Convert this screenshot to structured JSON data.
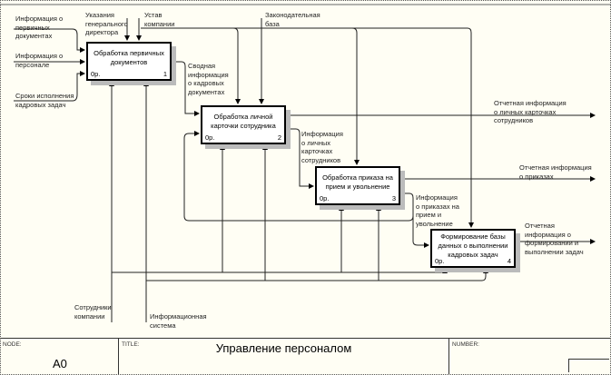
{
  "diagram": {
    "boxes": [
      {
        "title": "Обработка первичных документов",
        "op": "0р.",
        "number": "1"
      },
      {
        "title": "Обработка личной карточки сотрудника",
        "op": "0р.",
        "number": "2"
      },
      {
        "title": "Обработка приказа на прием и увольнение",
        "op": "0р.",
        "number": "3"
      },
      {
        "title": "Формирование базы данных о выполнении кадровых задач",
        "op": "0р.",
        "number": "4"
      }
    ],
    "inputs": [
      "Информация о первичных документах",
      "Информация о персонале",
      "Сроки исполнения кадровых задач"
    ],
    "controls": [
      "Указания генерального директора",
      "Устав компании",
      "Законодательная база"
    ],
    "mechanisms": [
      "Сотрудники компании",
      "Информационная система"
    ],
    "arrows": [
      "Сводная информация о кадровых документах",
      "Информация о личных карточках сотрудников",
      "Информация о приказах на прием и увольнение"
    ],
    "outputs": [
      "Отчетная информация о личных  карточках сотрудников",
      "Отчетная информация о приказах",
      "Отчетная информация о формировании и выполнении задач"
    ]
  },
  "title_block": {
    "node_label": "NODE:",
    "node": "A0",
    "title_label": "TITLE:",
    "title": "Управление персоналом",
    "number_label": "NUMBER:"
  }
}
